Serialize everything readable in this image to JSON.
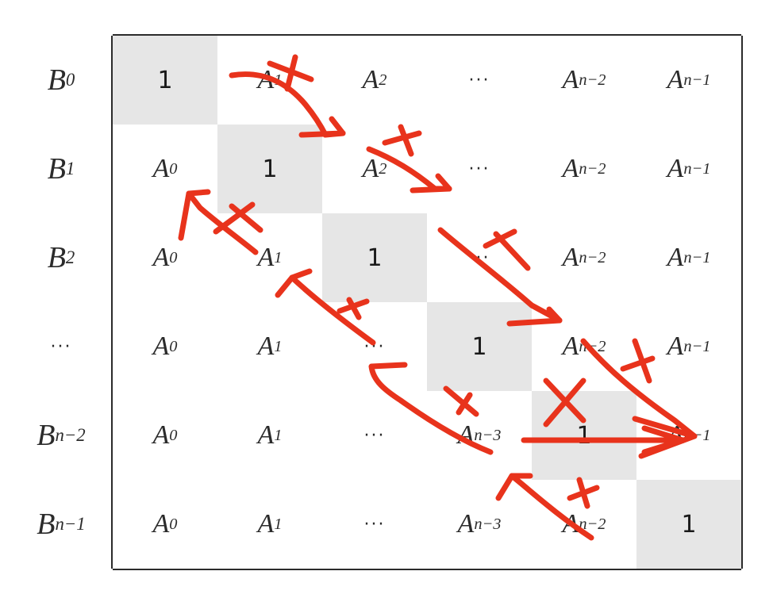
{
  "rows": [
    {
      "label": "B",
      "label_sub": "0",
      "cells": [
        {
          "text": "1",
          "sub": "",
          "diag": true
        },
        {
          "text": "A",
          "sub": "1"
        },
        {
          "text": "A",
          "sub": "2"
        },
        {
          "text": "···",
          "sub": "",
          "plain": true
        },
        {
          "text": "A",
          "sub": "n−2"
        },
        {
          "text": "A",
          "sub": "n−1"
        }
      ]
    },
    {
      "label": "B",
      "label_sub": "1",
      "cells": [
        {
          "text": "A",
          "sub": "0"
        },
        {
          "text": "1",
          "sub": "",
          "diag": true
        },
        {
          "text": "A",
          "sub": "2"
        },
        {
          "text": "···",
          "sub": "",
          "plain": true
        },
        {
          "text": "A",
          "sub": "n−2"
        },
        {
          "text": "A",
          "sub": "n−1"
        }
      ]
    },
    {
      "label": "B",
      "label_sub": "2",
      "cells": [
        {
          "text": "A",
          "sub": "0"
        },
        {
          "text": "A",
          "sub": "1"
        },
        {
          "text": "1",
          "sub": "",
          "diag": true
        },
        {
          "text": "···",
          "sub": "",
          "plain": true
        },
        {
          "text": "A",
          "sub": "n−2"
        },
        {
          "text": "A",
          "sub": "n−1"
        }
      ]
    },
    {
      "label": "···",
      "label_sub": "",
      "label_plain": true,
      "cells": [
        {
          "text": "A",
          "sub": "0"
        },
        {
          "text": "A",
          "sub": "1"
        },
        {
          "text": "···",
          "sub": "",
          "plain": true
        },
        {
          "text": "1",
          "sub": "",
          "diag": true
        },
        {
          "text": "A",
          "sub": "n−2"
        },
        {
          "text": "A",
          "sub": "n−1"
        }
      ]
    },
    {
      "label": "B",
      "label_sub": "n−2",
      "cells": [
        {
          "text": "A",
          "sub": "0"
        },
        {
          "text": "A",
          "sub": "1"
        },
        {
          "text": "···",
          "sub": "",
          "plain": true
        },
        {
          "text": "A",
          "sub": "n−3"
        },
        {
          "text": "1",
          "sub": "",
          "diag": true
        },
        {
          "text": "A",
          "sub": "n−1"
        }
      ]
    },
    {
      "label": "B",
      "label_sub": "n−1",
      "cells": [
        {
          "text": "A",
          "sub": "0"
        },
        {
          "text": "A",
          "sub": "1"
        },
        {
          "text": "···",
          "sub": "",
          "plain": true
        },
        {
          "text": "A",
          "sub": "n−3"
        },
        {
          "text": "A",
          "sub": "n−2"
        },
        {
          "text": "1",
          "sub": "",
          "diag": true
        }
      ]
    }
  ],
  "colors": {
    "annotation": "#e8331c",
    "grid": "#2b2b2b",
    "diagonal_fill": "#e6e6e6"
  }
}
